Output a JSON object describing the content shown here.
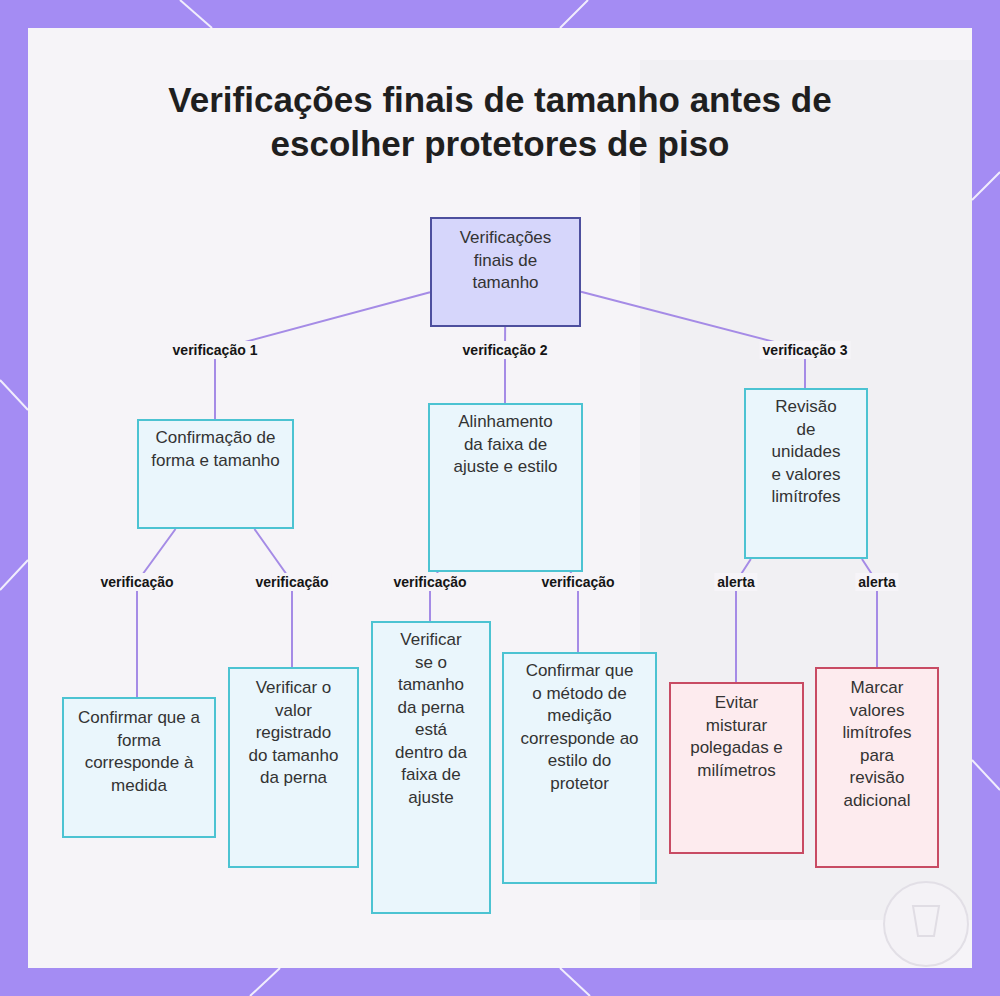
{
  "diagram": {
    "title": "Verificações finais de tamanho antes de escolher protetores de piso",
    "nodes": [
      {
        "text": [
          "Verificações finais de tamanho"
        ]
      },
      {
        "text": [
          "Confirmação de forma e tamanho"
        ]
      },
      {
        "text": [
          "Alinhamento da faixa de ajuste e estilo"
        ]
      },
      {
        "text": [
          "Revisão de unidades e valores limítrofes"
        ]
      },
      {
        "text": [
          "Confirmar que a forma corresponde à medida"
        ]
      },
      {
        "text": [
          "Verificar o valor registrado do tamanho da perna"
        ]
      },
      {
        "text": [
          "Verificar se o tamanho da perna está dentro da faixa de ajuste"
        ]
      },
      {
        "text": [
          "Confirmar que o método de medição corresponde ao estilo do protetor"
        ]
      },
      {
        "text": [
          "Evitar misturar polegadas e milímetros"
        ]
      },
      {
        "text": [
          "Marcar valores limítrofes para revisão adicional"
        ]
      }
    ],
    "edges": [
      {
        "from": 0,
        "to": 1,
        "label": "verificação 1",
        "arrow": "none"
      },
      {
        "from": 0,
        "to": 2,
        "label": "verificação 2",
        "arrow": "none"
      },
      {
        "from": 0,
        "to": 3,
        "label": "verificação 3",
        "arrow": "none"
      },
      {
        "from": 1,
        "to": 4,
        "label": "verificação",
        "arrow": "none"
      },
      {
        "from": 1,
        "to": 5,
        "label": "verificação",
        "arrow": "none"
      },
      {
        "from": 2,
        "to": 6,
        "label": "verificação",
        "arrow": "none"
      },
      {
        "from": 2,
        "to": 7,
        "label": "verificação",
        "arrow": "none"
      },
      {
        "from": 3,
        "to": 8,
        "label": "alerta",
        "arrow": "none"
      },
      {
        "from": 3,
        "to": 9,
        "label": "alerta",
        "arrow": "none"
      }
    ]
  }
}
